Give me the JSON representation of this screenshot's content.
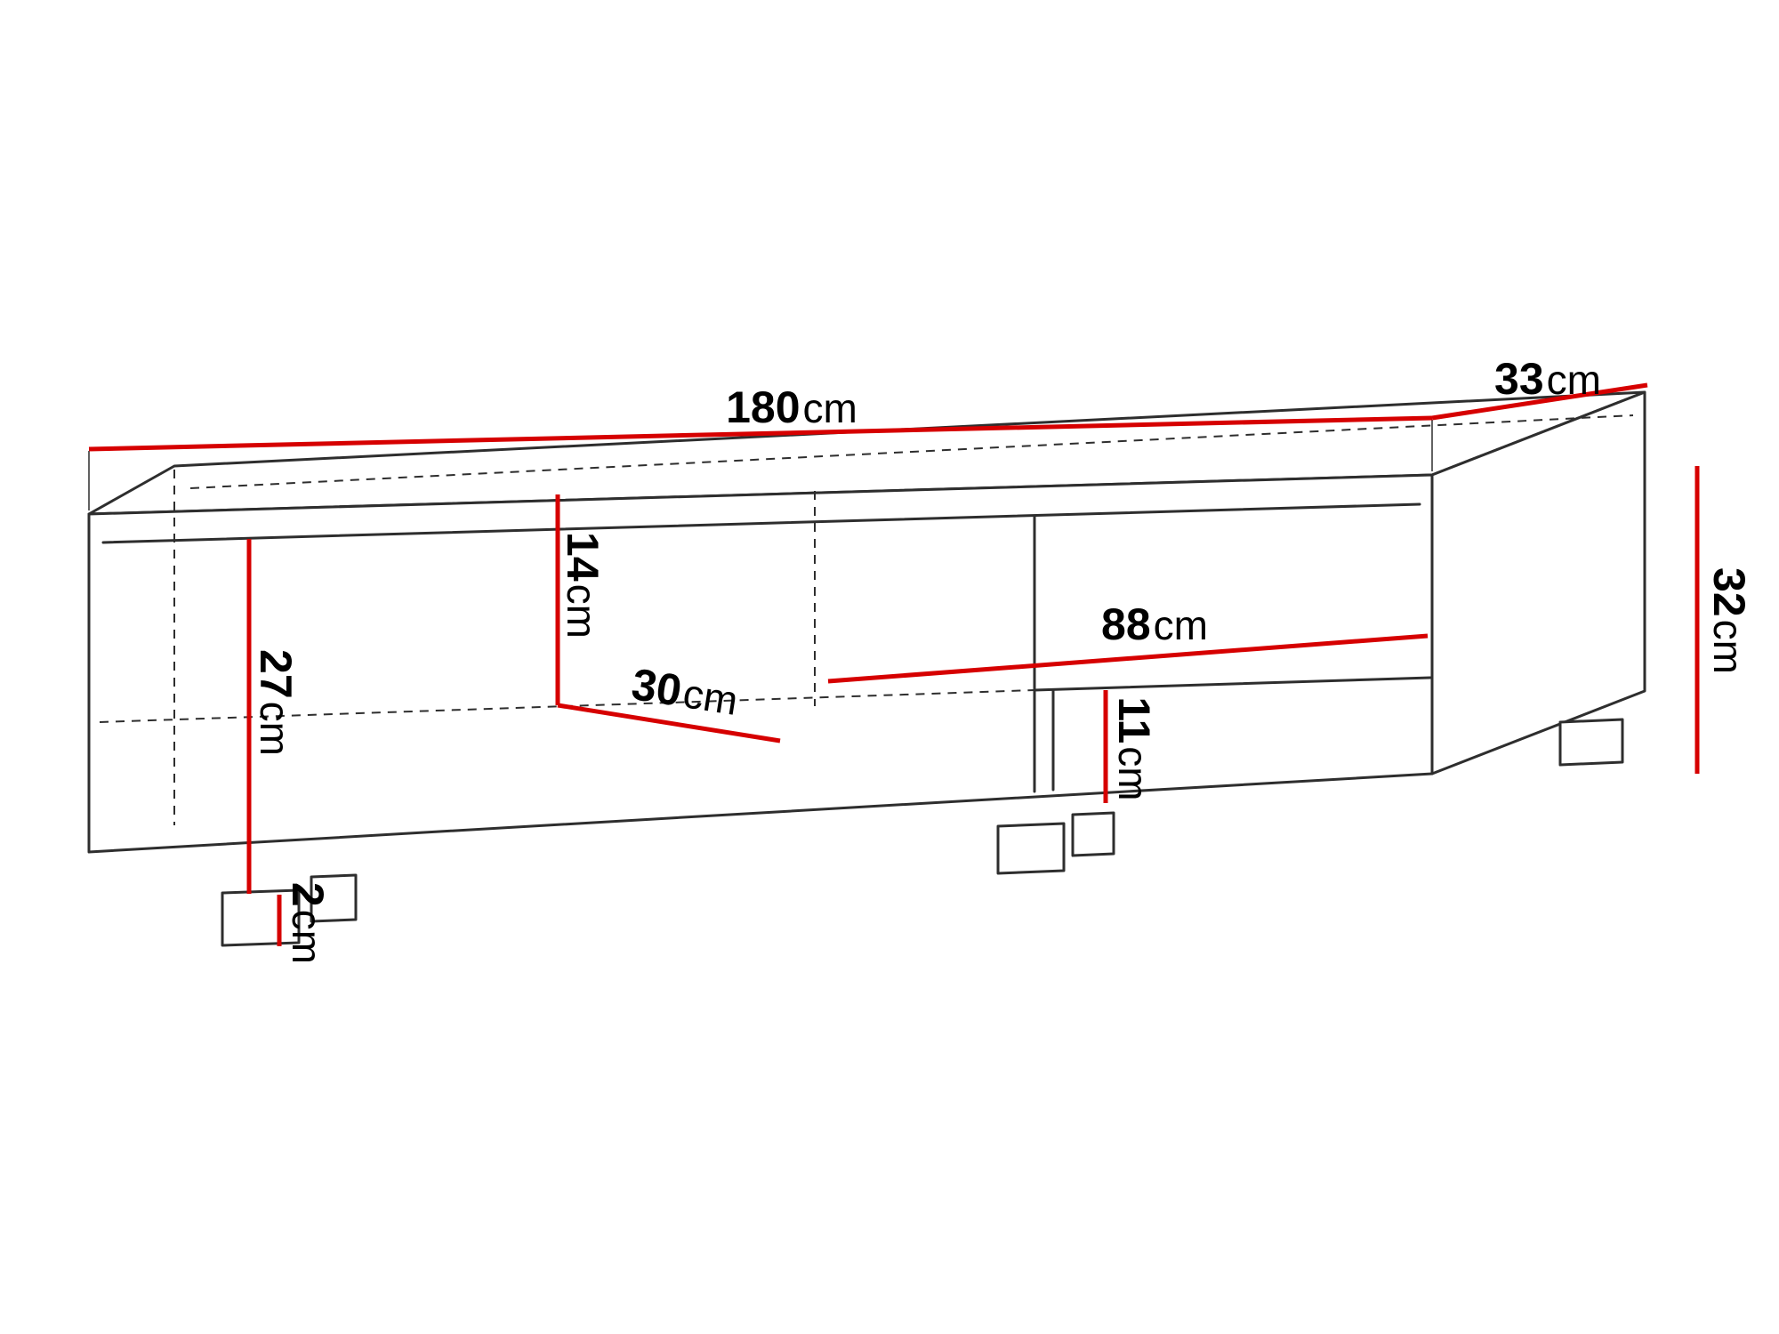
{
  "diagram": {
    "colors": {
      "dimension": "#d60000",
      "outline": "#2e2e2e",
      "background": "#ffffff",
      "text": "#000000"
    },
    "dimensions": {
      "overall_width": {
        "value": "180",
        "unit": "cm"
      },
      "overall_depth": {
        "value": "33",
        "unit": "cm"
      },
      "overall_height": {
        "value": "32",
        "unit": "cm"
      },
      "left_opening_height": {
        "value": "27",
        "unit": "cm"
      },
      "upper_niche_height": {
        "value": "14",
        "unit": "cm"
      },
      "shelf_depth": {
        "value": "30",
        "unit": "cm"
      },
      "right_niche_width": {
        "value": "88",
        "unit": "cm"
      },
      "lower_front_height": {
        "value": "11",
        "unit": "cm"
      },
      "leg_height": {
        "value": "2",
        "unit": "cm"
      }
    }
  }
}
